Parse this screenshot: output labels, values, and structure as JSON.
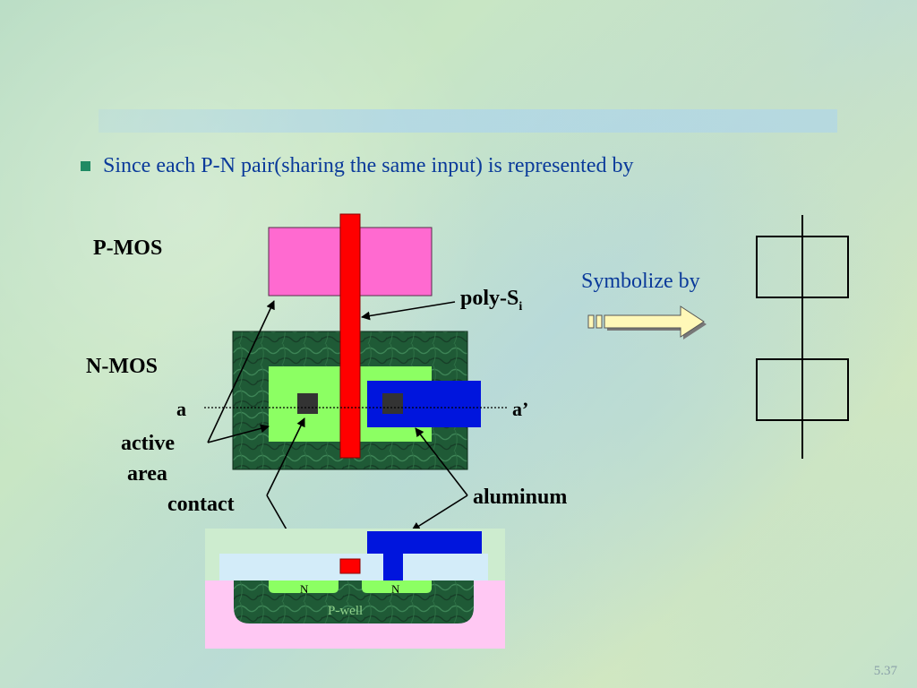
{
  "bullet": {
    "text": "Since each P-N pair(sharing the same input) is represented by"
  },
  "labels": {
    "pmos": "P-MOS",
    "nmos": "N-MOS",
    "poly_main": "poly-S",
    "poly_sub": "i",
    "a": "a",
    "a_prime": "a’",
    "active_line1": "active",
    "active_line2": "area",
    "contact": "contact",
    "aluminum": "aluminum",
    "symbolize": "Symbolize by",
    "n_left": "N",
    "n_right": "N",
    "pwell": "P-well"
  },
  "slide_number": "5.37",
  "colors": {
    "pmos_region": "#ff6ad0",
    "poly": "#ff0000",
    "nmos_substrate": "#1f5a36",
    "active_area": "#8cff63",
    "contact": "#333333",
    "aluminum": "#0015dd",
    "arrow_fill": "#fff8b8",
    "cross_section_top": "#cdeccf",
    "oxide": "#d3ecf9",
    "pwell_outer": "#ffc8f3",
    "bullet_text": "#0a3a9a",
    "symbolize_text": "#0a3a9a"
  },
  "icons": {
    "bullet": "square-bullet-icon",
    "symbolize_arrow": "right-arrow-icon"
  }
}
